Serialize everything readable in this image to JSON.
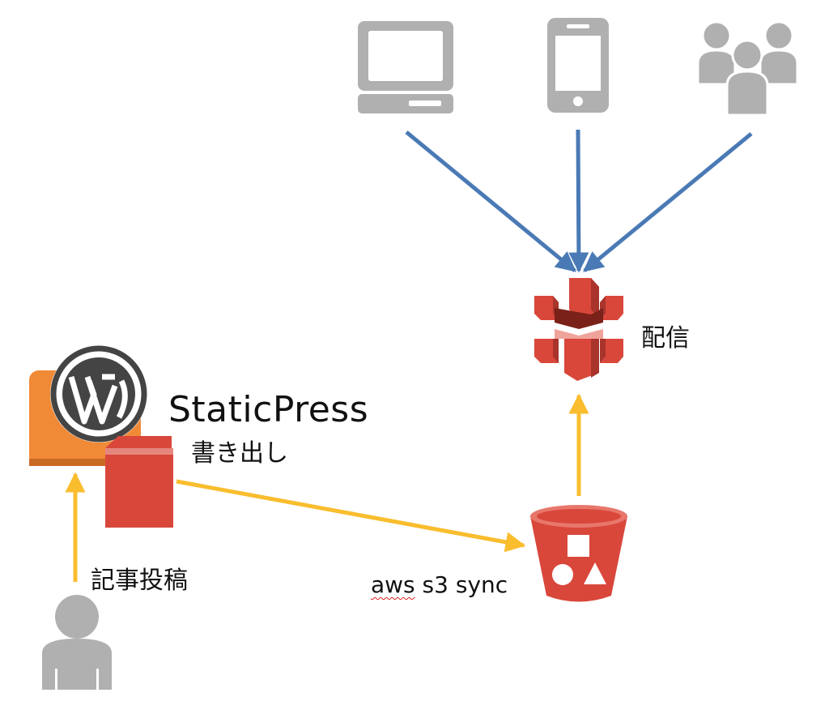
{
  "labels": {
    "product_name": "StaticPress",
    "export": "書き出し",
    "deliver": "配信",
    "post_article": "記事投稿",
    "sync_command_word": "aws",
    "sync_command_rest": " s3 sync"
  },
  "icons": {
    "clients": [
      "desktop-computer-icon",
      "smartphone-icon",
      "users-group-icon"
    ],
    "cdn": "amazon-cloudfront-icon",
    "storage": "amazon-s3-bucket-icon",
    "cms": "wordpress-icon",
    "author": "user-icon"
  },
  "colors": {
    "request_arrow": "#4a7ab5",
    "flow_arrow": "#f9bd2e",
    "aws_red": "#d9473b",
    "device_gray": "#b0b0b0",
    "wordpress_orange": "#f08a37",
    "wordpress_logo": "#444444"
  }
}
